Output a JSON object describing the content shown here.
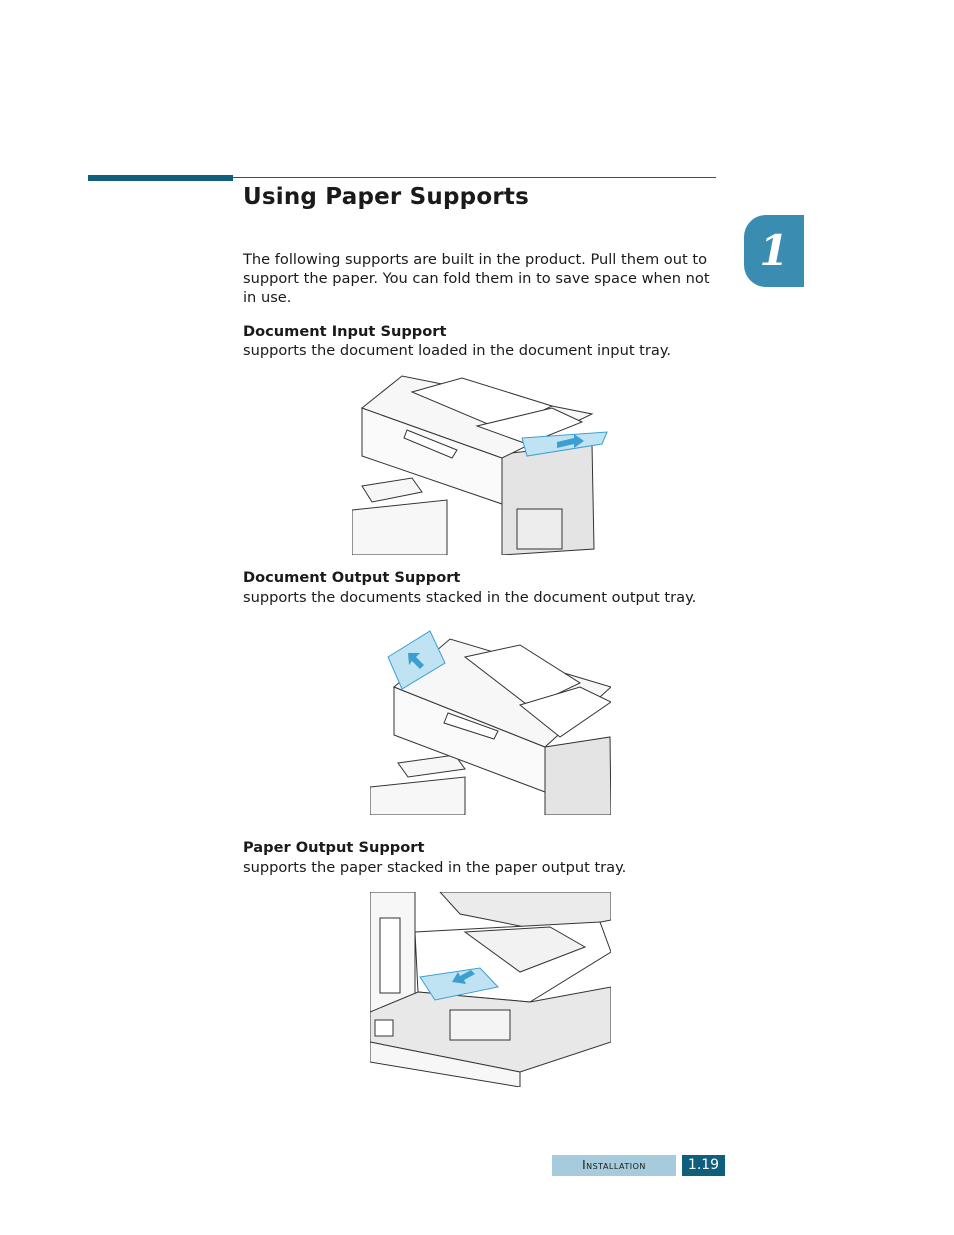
{
  "chapter": {
    "number": "1"
  },
  "section": {
    "title": "Using Paper Supports",
    "intro": "The following supports are built in the product. Pull them out to support the paper. You can fold them in to save space when not in use."
  },
  "items": [
    {
      "heading": "Document Input Support",
      "description": "supports the document loaded in the document input tray."
    },
    {
      "heading": "Document Output Support",
      "description": "supports the documents stacked in the document output tray."
    },
    {
      "heading": "Paper Output Support",
      "description": "supports the paper stacked in the paper output tray."
    }
  ],
  "footer": {
    "section_label": "Installation",
    "page_number": "1.19"
  },
  "colors": {
    "accent_dark": "#0f5f7c",
    "accent_tab": "#3a8db0",
    "accent_light": "#a6cbdc",
    "support_blue": "#bfe3f2",
    "arrow_blue": "#3c9fd0"
  }
}
